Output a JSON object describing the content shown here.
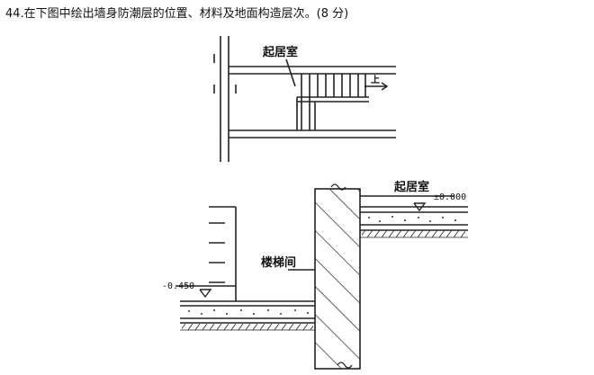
{
  "question": {
    "text": "44.在下图中绘出墙身防潮层的位置、材料及地面构造层次。(8 分)"
  },
  "drawing": {
    "label_living_room_top": "起居室",
    "label_living_room_right": "起居室",
    "label_stairwell": "楼梯间",
    "level_right": "±0.000",
    "level_left": "-0.450",
    "arrow_mark": "上"
  }
}
